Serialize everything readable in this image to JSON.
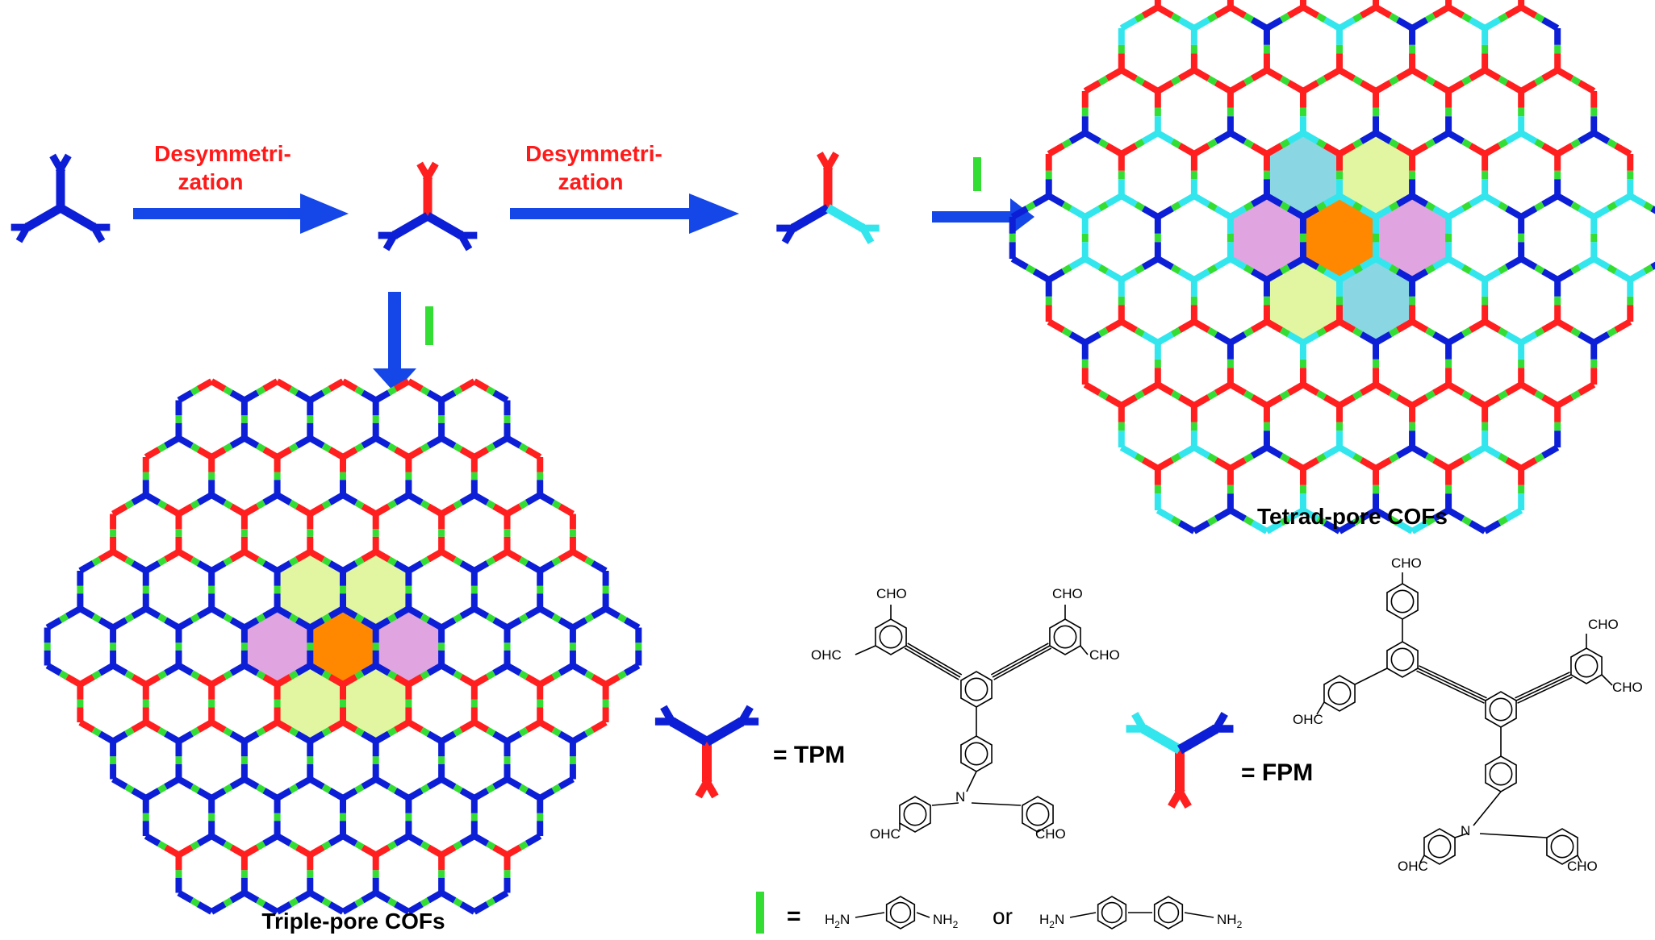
{
  "colors": {
    "red": "#ff1f1f",
    "blue": "#0d1fd6",
    "cyan": "#33e6ee",
    "green": "#33dd33",
    "arrow": "#1446e8",
    "pore_orange": "#ff8800",
    "pore_yellow": "#e2f5a0",
    "pore_pink": "#e0a4e0",
    "pore_teal": "#8ad6e2"
  },
  "labels": {
    "step1_line1": "Desymmetri-",
    "step1_line2": "zation",
    "step2_line1": "Desymmetri-",
    "step2_line2": "zation",
    "tetrad": "Tetrad-pore COFs",
    "triple": "Triple-pore COFs",
    "tpm": "= TPM",
    "fpm": "= FPM",
    "linker_eq": "=",
    "or": "or"
  },
  "chemistry": {
    "cho": "CHO",
    "ohc": "OHC",
    "n": "N",
    "h2n_left": "H",
    "h2n_sub": "2",
    "h2n_n": "N",
    "nh2_n": "NH",
    "nh2_sub": "2"
  },
  "icons": {
    "monomer": "three-arm-monomer-icon",
    "linker": "green-linker-icon",
    "arrow": "blue-arrow-icon"
  }
}
